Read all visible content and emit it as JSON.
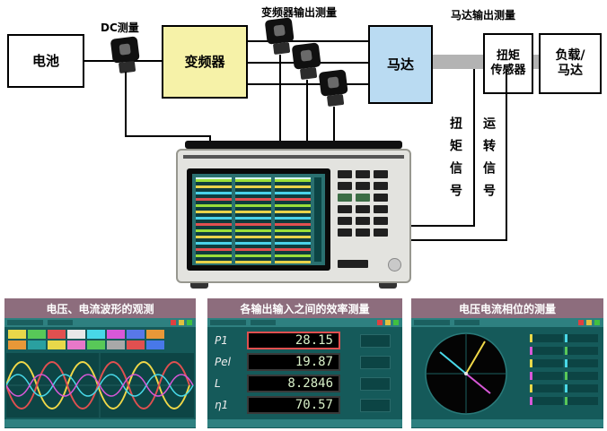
{
  "diagram": {
    "battery": "电池",
    "dc_measure": "DC测量",
    "inverter": "变频器",
    "inverter_output": "变频器输出测量",
    "motor": "马达",
    "motor_output": "马达输出测量",
    "torque_sensor_line1": "扭矩",
    "torque_sensor_line2": "传感器",
    "load_line1": "负载/",
    "load_line2": "马达",
    "torque_signal": "扭矩信号",
    "rotation_signal": "运转信号"
  },
  "panels": {
    "waveform": {
      "title": "电压、电流波形的观测"
    },
    "efficiency": {
      "title": "各输出输入之间的效率测量",
      "readings": [
        {
          "label": "P1",
          "value": "28.15"
        },
        {
          "label": "Pel",
          "value": "19.87"
        },
        {
          "label": "L",
          "value": "8.2846"
        },
        {
          "label": "η1",
          "value": "70.57"
        }
      ]
    },
    "phase": {
      "title": "电压电流相位的测量"
    }
  },
  "colors": {
    "panel_header": "#8d6d7d",
    "inverter_fill": "#f6f2a8",
    "motor_fill": "#badbf2",
    "screen_teal": "#155a5a",
    "gray_band": "#b3b3b3"
  }
}
